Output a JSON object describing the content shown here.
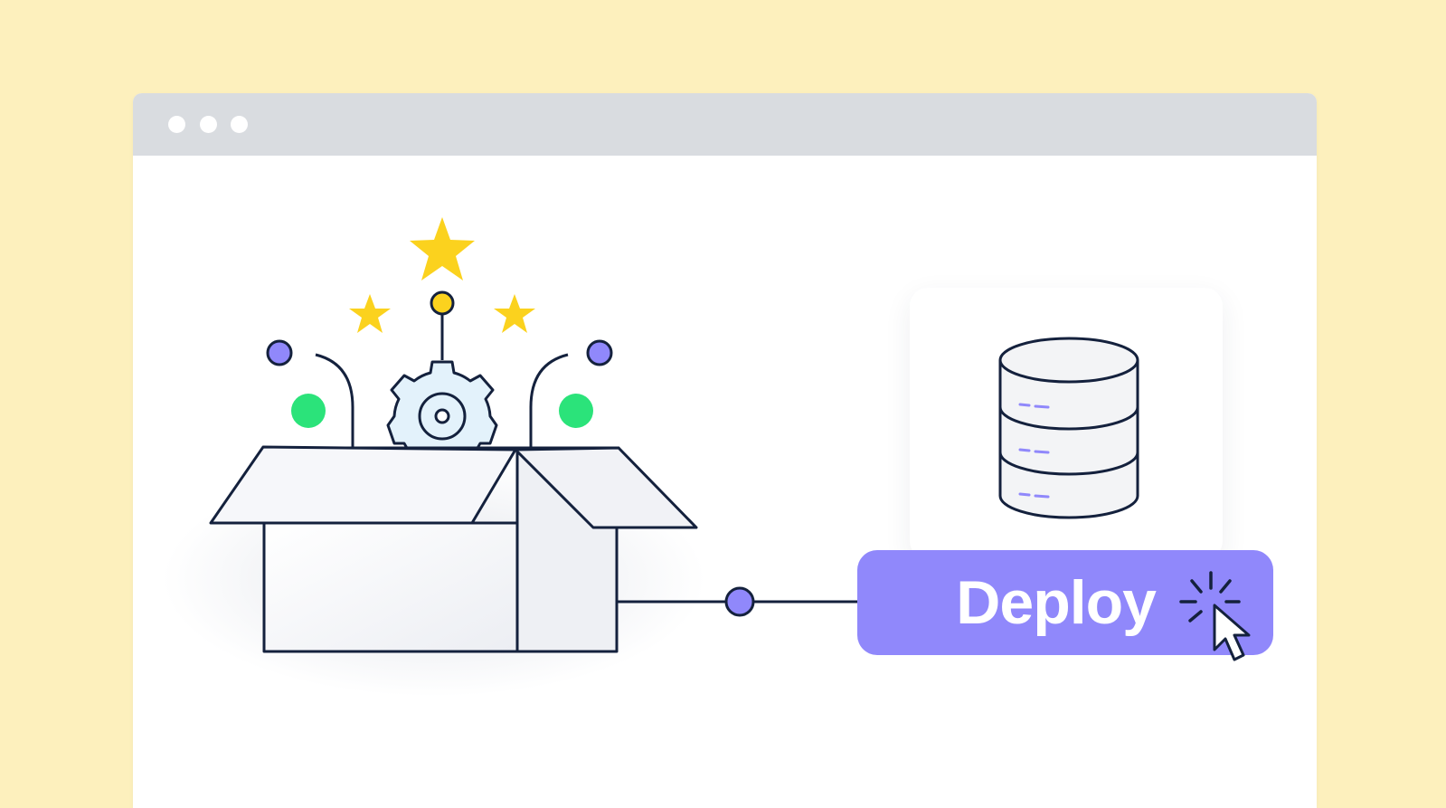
{
  "window": {
    "controls": [
      "dot-1",
      "dot-2",
      "dot-3"
    ]
  },
  "illustration": {
    "icons": [
      "box-icon",
      "gear-icon",
      "star-icon",
      "database-icon",
      "cursor-icon",
      "click-burst-icon"
    ]
  },
  "deploy": {
    "label": "Deploy"
  },
  "colors": {
    "background": "#fdf0bd",
    "titlebar": "#d9dce0",
    "accent": "#9088fb",
    "star": "#fbd21e",
    "green": "#2be37a",
    "outline": "#14213d"
  }
}
